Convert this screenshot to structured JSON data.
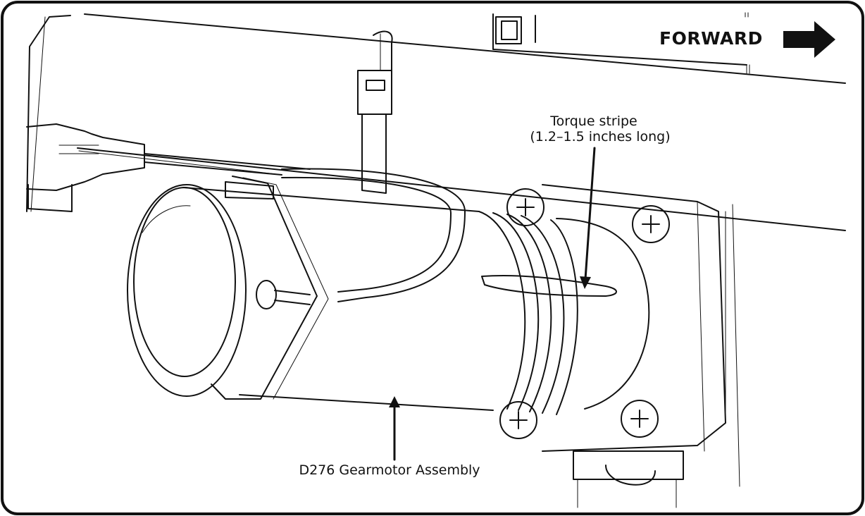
{
  "labels": {
    "forward": "FORWARD",
    "torque_stripe_line1": "Torque stripe",
    "torque_stripe_line2": "(1.2–1.5 inches long)",
    "gearmotor": "D276 Gearmotor Assembly"
  },
  "colors": {
    "line": "#111111",
    "background": "#ffffff"
  }
}
